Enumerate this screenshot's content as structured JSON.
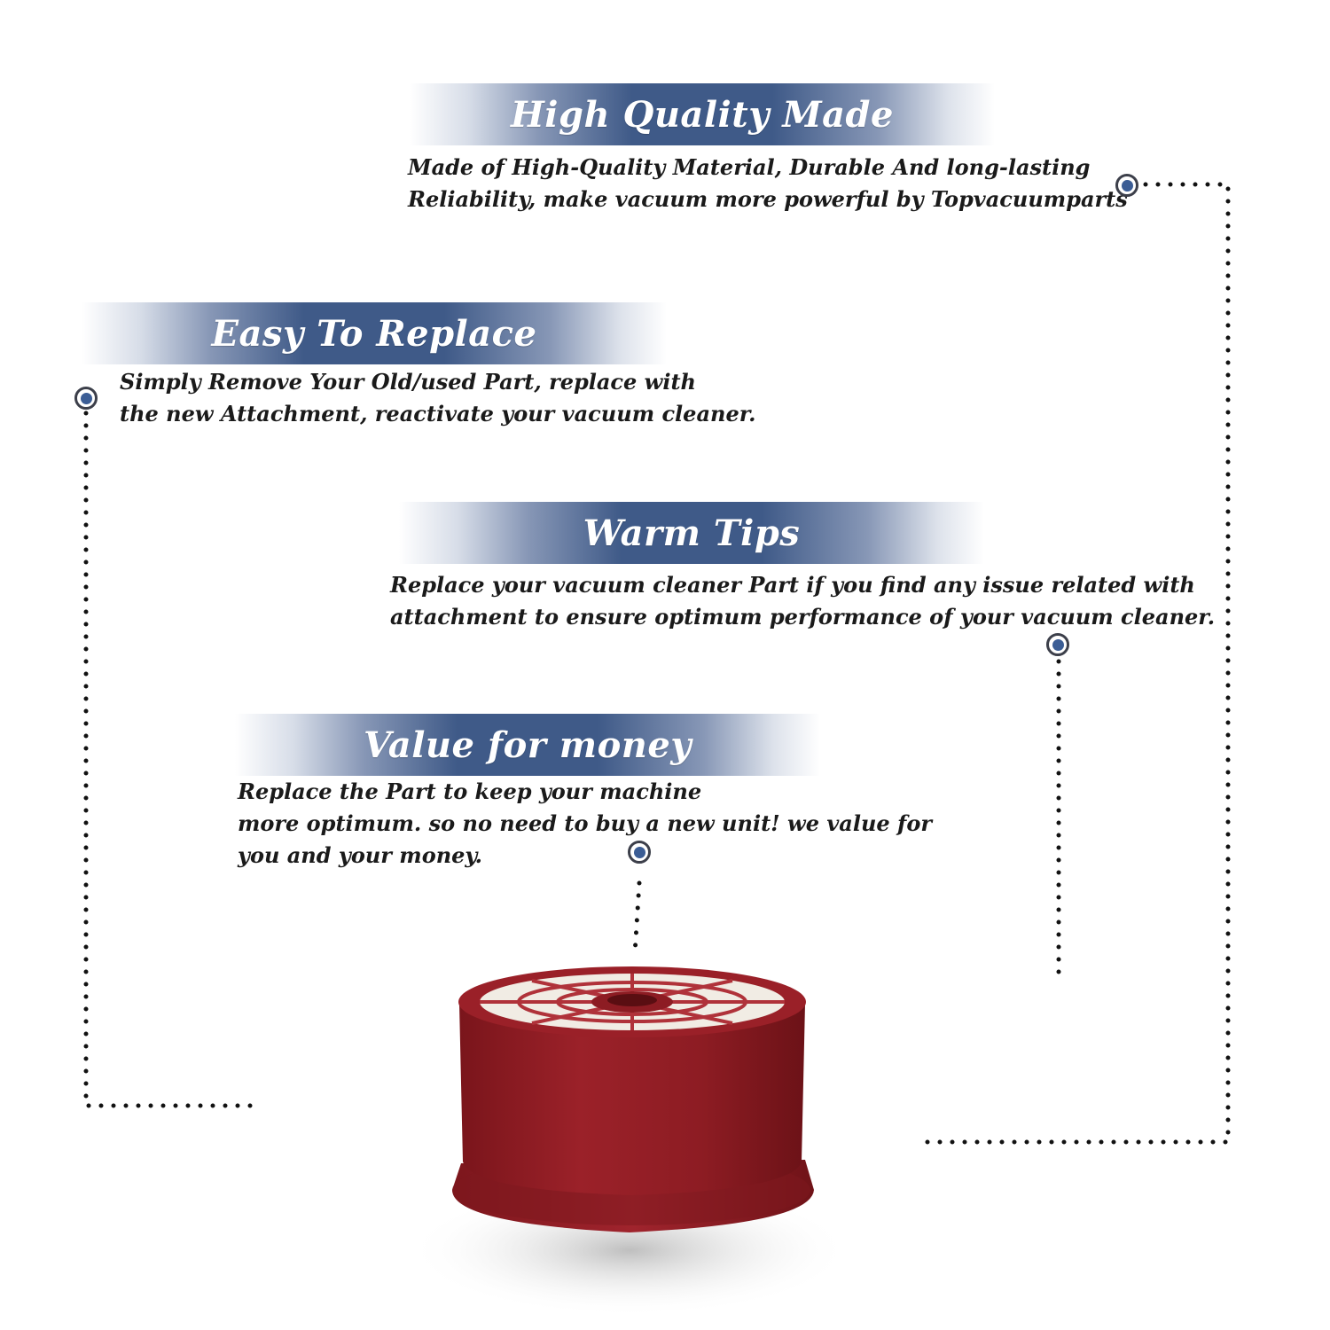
{
  "colors": {
    "banner_blue": "#3f5a88",
    "marker_dot": "#3b5d95",
    "dotted_line": "#111111",
    "product_red": "#8e1c24",
    "filter_white": "#f1ece4"
  },
  "sections": [
    {
      "title": "High Quality Made",
      "lines": [
        "Made of  High-Quality Material, Durable And long-lasting",
        "Reliability, make vacuum more powerful by Topvacuumparts"
      ]
    },
    {
      "title": "Easy To Replace",
      "lines": [
        "Simply Remove Your Old/used Part, replace with",
        "the new Attachment, reactivate your vacuum cleaner."
      ]
    },
    {
      "title": "Warm Tips",
      "lines": [
        "Replace your vacuum cleaner Part if you find any issue related with",
        " attachment to ensure optimum performance of your vacuum cleaner."
      ]
    },
    {
      "title": "Value for money",
      "lines": [
        "Replace the Part to keep your machine",
        "more optimum. so no need to buy a new unit! we value for",
        "you and your money."
      ]
    }
  ],
  "product": {
    "icon": "vacuum-filter-product"
  }
}
